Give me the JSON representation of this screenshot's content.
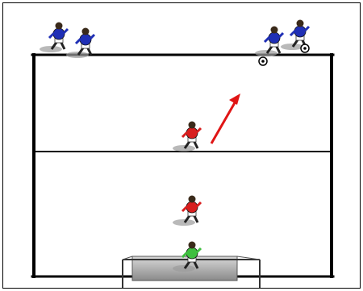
{
  "diagram": {
    "type": "football-drill",
    "colors": {
      "lines": "#000000",
      "background": "#ffffff",
      "attacking_team": "#1f2fb5",
      "defending_team": "#d81e1e",
      "goalkeeper": "#3fbf3f",
      "arrow": "#e01515",
      "goal_net": "#9a9a9a"
    },
    "players": [
      {
        "role": "attacker",
        "team": "blue"
      },
      {
        "role": "attacker",
        "team": "blue"
      },
      {
        "role": "attacker",
        "team": "blue",
        "has_ball": true
      },
      {
        "role": "attacker",
        "team": "blue",
        "has_ball": true
      },
      {
        "role": "defender",
        "team": "red"
      },
      {
        "role": "defender",
        "team": "red"
      },
      {
        "role": "goalkeeper",
        "team": "green"
      }
    ],
    "balls": 2,
    "arrows": 1,
    "zones": 2
  }
}
